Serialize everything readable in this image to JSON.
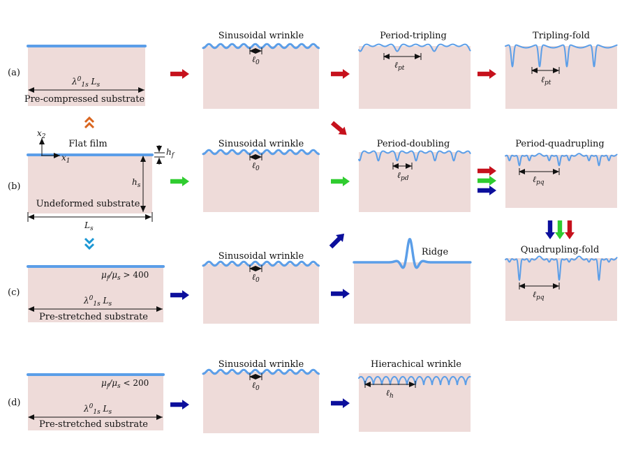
{
  "colors": {
    "substrate": "#eedbd9",
    "film": "#5b9ee8",
    "arrow_red": "#c6111c",
    "arrow_green": "#2fcc2f",
    "arrow_blue": "#0c0f9c",
    "chevron_orange": "#d9651e",
    "chevron_cyan": "#1b97d4",
    "arrow_line": "#1a4fb5"
  },
  "row_labels": {
    "a": "(a)",
    "b": "(b)",
    "c": "(c)",
    "d": "(d)"
  },
  "titles": {
    "sinusoidal_wrinkle": "Sinusoidal wrinkle",
    "period_tripling": "Period-tripling",
    "tripling_fold": "Tripling-fold",
    "period_doubling": "Period-doubling",
    "period_quadrupling": "Period-quadrupling",
    "ridge": "Ridge",
    "quadrupling_fold": "Quadrupling-fold",
    "hierachical_wrinkle": "Hierachical wrinkle",
    "flat_film": "Flat film"
  },
  "substrates": {
    "pre_compressed": "Pre-compressed substrate",
    "undeformed": "Undeformed substrate",
    "pre_stretched": "Pre-stretched substrate"
  },
  "symbols": {
    "lambda": "λ",
    "lambda_sup": "0",
    "lambda_sub": "1s",
    "L": "L",
    "L_sub": "s",
    "ell": "ℓ",
    "sub_0": "0",
    "sub_pt": "pt",
    "sub_pd": "pd",
    "sub_pq": "pq",
    "sub_h": "h",
    "h": "h",
    "h_sub_s": "s",
    "h_sub_f": "f",
    "x": "x",
    "x1_sub": "1",
    "x2_sub": "2",
    "mu": "μ",
    "mu_sub_f": "f",
    "mu_sub_s": "s",
    "slash": "/",
    "gt_400": " > 400",
    "lt_200": " < 200"
  }
}
